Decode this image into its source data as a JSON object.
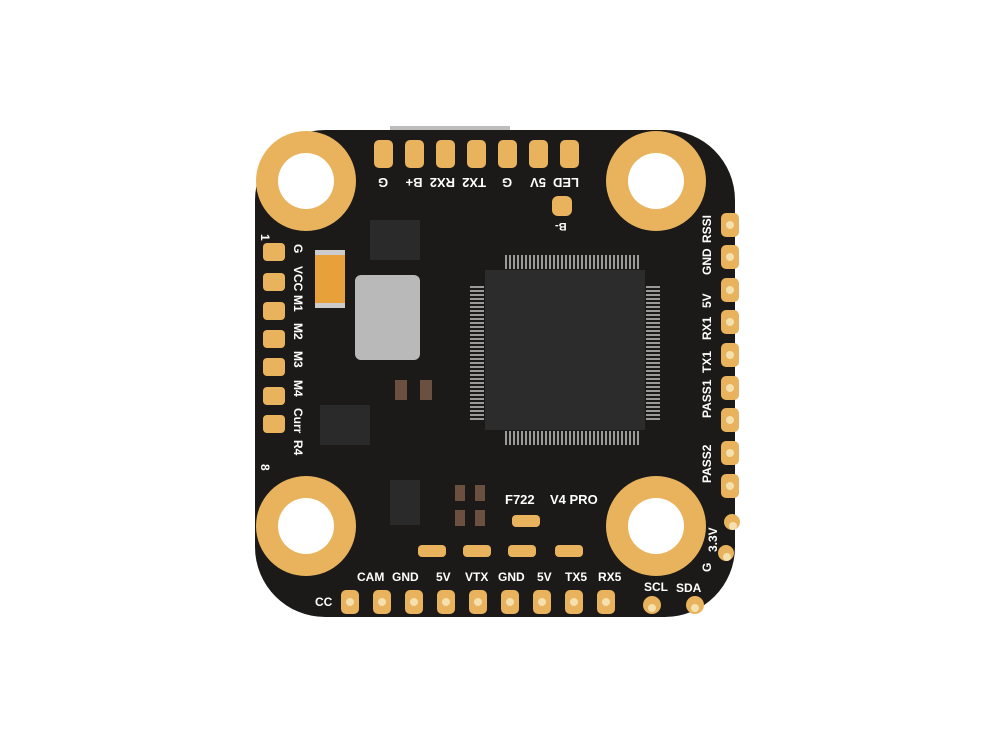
{
  "board": {
    "top_labels": [
      "G",
      "B+",
      "RX2",
      "TX2",
      "G",
      "5V",
      "LED"
    ],
    "b_minus": "B-",
    "left_labels": [
      "1",
      "G",
      "VCC",
      "M1",
      "M2",
      "M3",
      "M4",
      "Curr",
      "R4",
      "8"
    ],
    "right_labels": [
      "RSSI",
      "GND",
      "5V",
      "RX1",
      "TX1",
      "PASS1",
      "PASS2",
      "3.3V",
      "G",
      "SDA"
    ],
    "bottom_labels": [
      "CC",
      "CAM",
      "GND",
      "5V",
      "VTX",
      "GND",
      "5V",
      "TX5",
      "RX5",
      "SCL"
    ],
    "model": "F722",
    "version": "V4 PRO"
  },
  "colors": {
    "pcb": "#1b1a19",
    "gold": "#e8b35c"
  }
}
